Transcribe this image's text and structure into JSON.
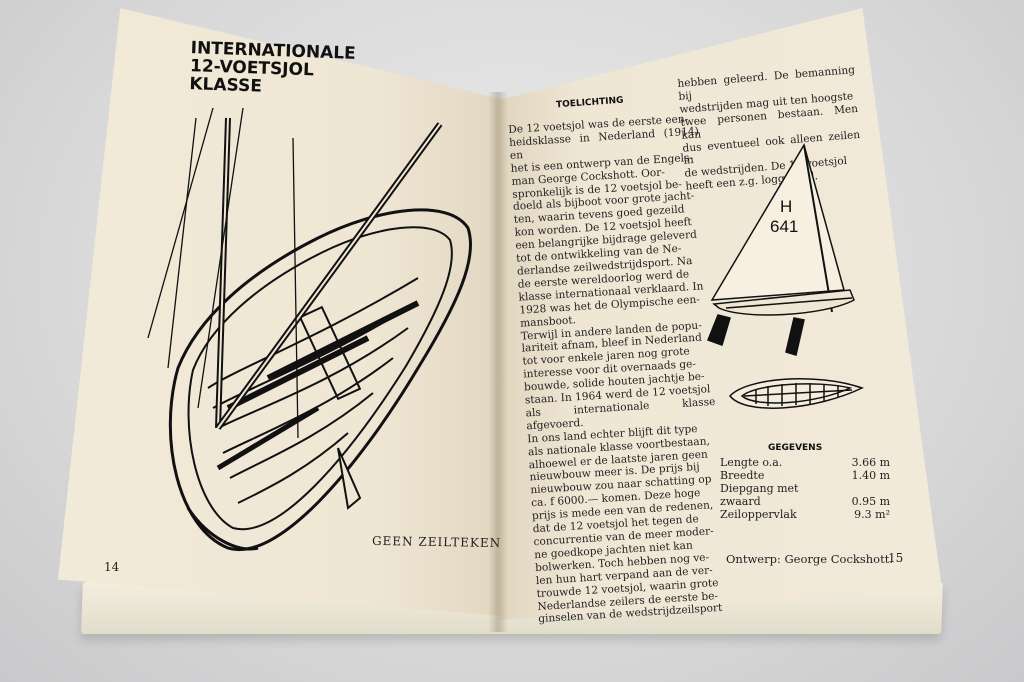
{
  "left_page": {
    "title": "INTERNATIONALE\n12-VOETSJOL\nKLASSE",
    "caption": "GEEN ZEILTEKEN",
    "page_number": "14"
  },
  "right_page": {
    "section_heading": "TOELICHTING",
    "column1": "De 12 voetsjol was de eerste een-\nheidsklasse in Nederland (1914) en\nhet is een ontwerp van de Engels-\nman George Cockshott. Oor-\nspronkelijk is de 12 voetsjol be-\ndoeld als bijboot voor grote jacht-\nten, waarin tevens goed gezeild\nkon worden. De 12 voetsjol heeft\neen belangrijke bijdrage geleverd\ntot de ontwikkeling van de Ne-\nderlandse zeilwedstrijdsport. Na\nde eerste wereldoorlog werd de\nklasse internationaal verklaard. In\n1928 was het de Olympische een-\nmansboot.\nTerwijl in andere landen de popu-\nlariteit afnam, bleef in Nederland\ntot voor enkele jaren nog grote\ninteresse voor dit overnaads ge-\nbouwde, solide houten jachtje be-\nstaan. In 1964 werd de 12 voetsjol\nals internationale klasse afgevoerd.\nIn ons land echter blijft dit type\nals nationale klasse voortbestaan,\nalhoewel er de laatste jaren geen\nnieuwbouw meer is. De prijs bij\nnieuwbouw zou naar schatting op\nca. f 6000.— komen. Deze hoge\nprijs is mede een van de redenen,\ndat de 12 voetsjol het tegen de\nconcurrentie van de meer moder-\nne goedkope jachten niet kan\nbolwerken. Toch hebben nog ve-\nlen hun hart verpand aan de ver-\ntrouwde 12 voetsjol, waarin grote\nNederlandse zeilers de eerste be-\nginselen van de wedstrijdzeilsport",
    "column2": "hebben geleerd. De bemanning bij\nwedstrijden mag uit ten hoogste\ntwee personen bestaan. Men kan\ndus eventueel ook alleen zeilen in\nde wedstrijden. De 12 voetsjol\nheeft een z.g. loggerzeil.",
    "sail_number_line1": "H",
    "sail_number_line2": "641",
    "specs_heading": "GEGEVENS",
    "specs": [
      {
        "label": "Lengte o.a.",
        "value": "3.66 m"
      },
      {
        "label": "Breedte",
        "value": "1.40 m"
      },
      {
        "label": "Diepgang met",
        "value": ""
      },
      {
        "label": "zwaard",
        "value": "0.95 m"
      },
      {
        "label": "Zeiloppervlak",
        "value": "9.3 m²"
      }
    ],
    "design_credit": "Ontwerp: George Cockshott.",
    "page_number": "15"
  },
  "colors": {
    "paper": "#efe6d4",
    "ink": "#111111",
    "background": "#d9d9da"
  }
}
